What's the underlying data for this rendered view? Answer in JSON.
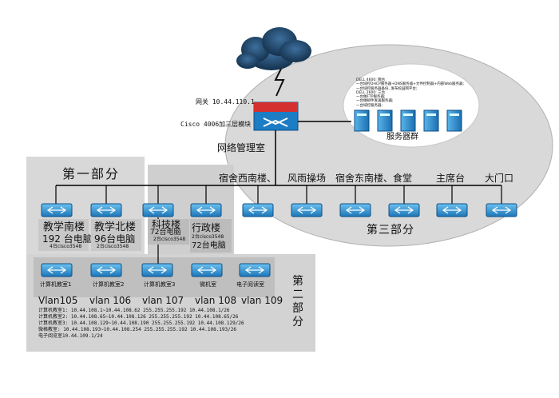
{
  "colors": {
    "section_gray": "#d6d6d6",
    "section_gray_dark": "#c4c4c4",
    "switch_blue": "#2a8fcf",
    "router_red": "#d43030",
    "router_blue": "#1c7cc4",
    "cloud_dark": "#163a5c",
    "server_blue": "#2d8fd5",
    "line": "#000000"
  },
  "core": {
    "gateway_label": "网关 10.44.110.1",
    "router_label": "Cisco 4006加三层模块",
    "room_label": "网络管理室"
  },
  "servers": {
    "note_lines": [
      "DELL 4600: 两台",
      "一台域控DHCP服务器+DNS服务器+文件控制器+内部Web服务器;",
      "一台域控服务器备份, 发布校园网平台;",
      "DELL 2600: 三台",
      "一台做FTP服务器;",
      "一台做邮件发送服务器;",
      "一台域控服务器;"
    ],
    "group_label": "服务器群"
  },
  "part1": {
    "title": "第一部分",
    "buildings": [
      {
        "name": "教学南楼",
        "pcs": "192 台电脑",
        "switch": "4台cisco3548"
      },
      {
        "name": "教学北楼",
        "pcs": "96台电脑",
        "switch": "2台cisco3548"
      }
    ]
  },
  "middle": {
    "buildings": [
      {
        "name": "科技楼",
        "pcs": "72台电脑",
        "switch": "2台cisco3548"
      },
      {
        "name": "行政楼",
        "pcs": "72台电脑",
        "switch": "2台cisco3548"
      }
    ]
  },
  "part3": {
    "title": "第三部分",
    "sites": [
      "宿舍西南楼、",
      "风雨操场",
      "宿舍东南楼、食堂",
      "主席台",
      "大门口"
    ]
  },
  "part2": {
    "title": "第二部分",
    "labs": [
      "计算机教室1",
      "计算机教室2",
      "计算机教室3",
      "微机室",
      "电子阅读室"
    ],
    "vlans": [
      "Vlan105",
      "vlan 106",
      "vlan 107",
      "vlan 108",
      "vlan 109"
    ],
    "ip_lines": [
      "计算机教室1: 10.44.108.1~10.44.108.62    255.255.255.192  10.44.108.1/26",
      "计算机教室2: 10.44.108.65~10.44.108.126  255.255.255.192  10.44.108.65/26",
      "计算机教室3: 10.44.108.129~10.44.108.190 255.255.255.192  10.44.108.129/26",
      "微格教室: 10.44.108.193~10.44.108.254  255.255.255.192  10.44.108.193/26",
      "电子阅览室10.44.109.1/24"
    ]
  }
}
